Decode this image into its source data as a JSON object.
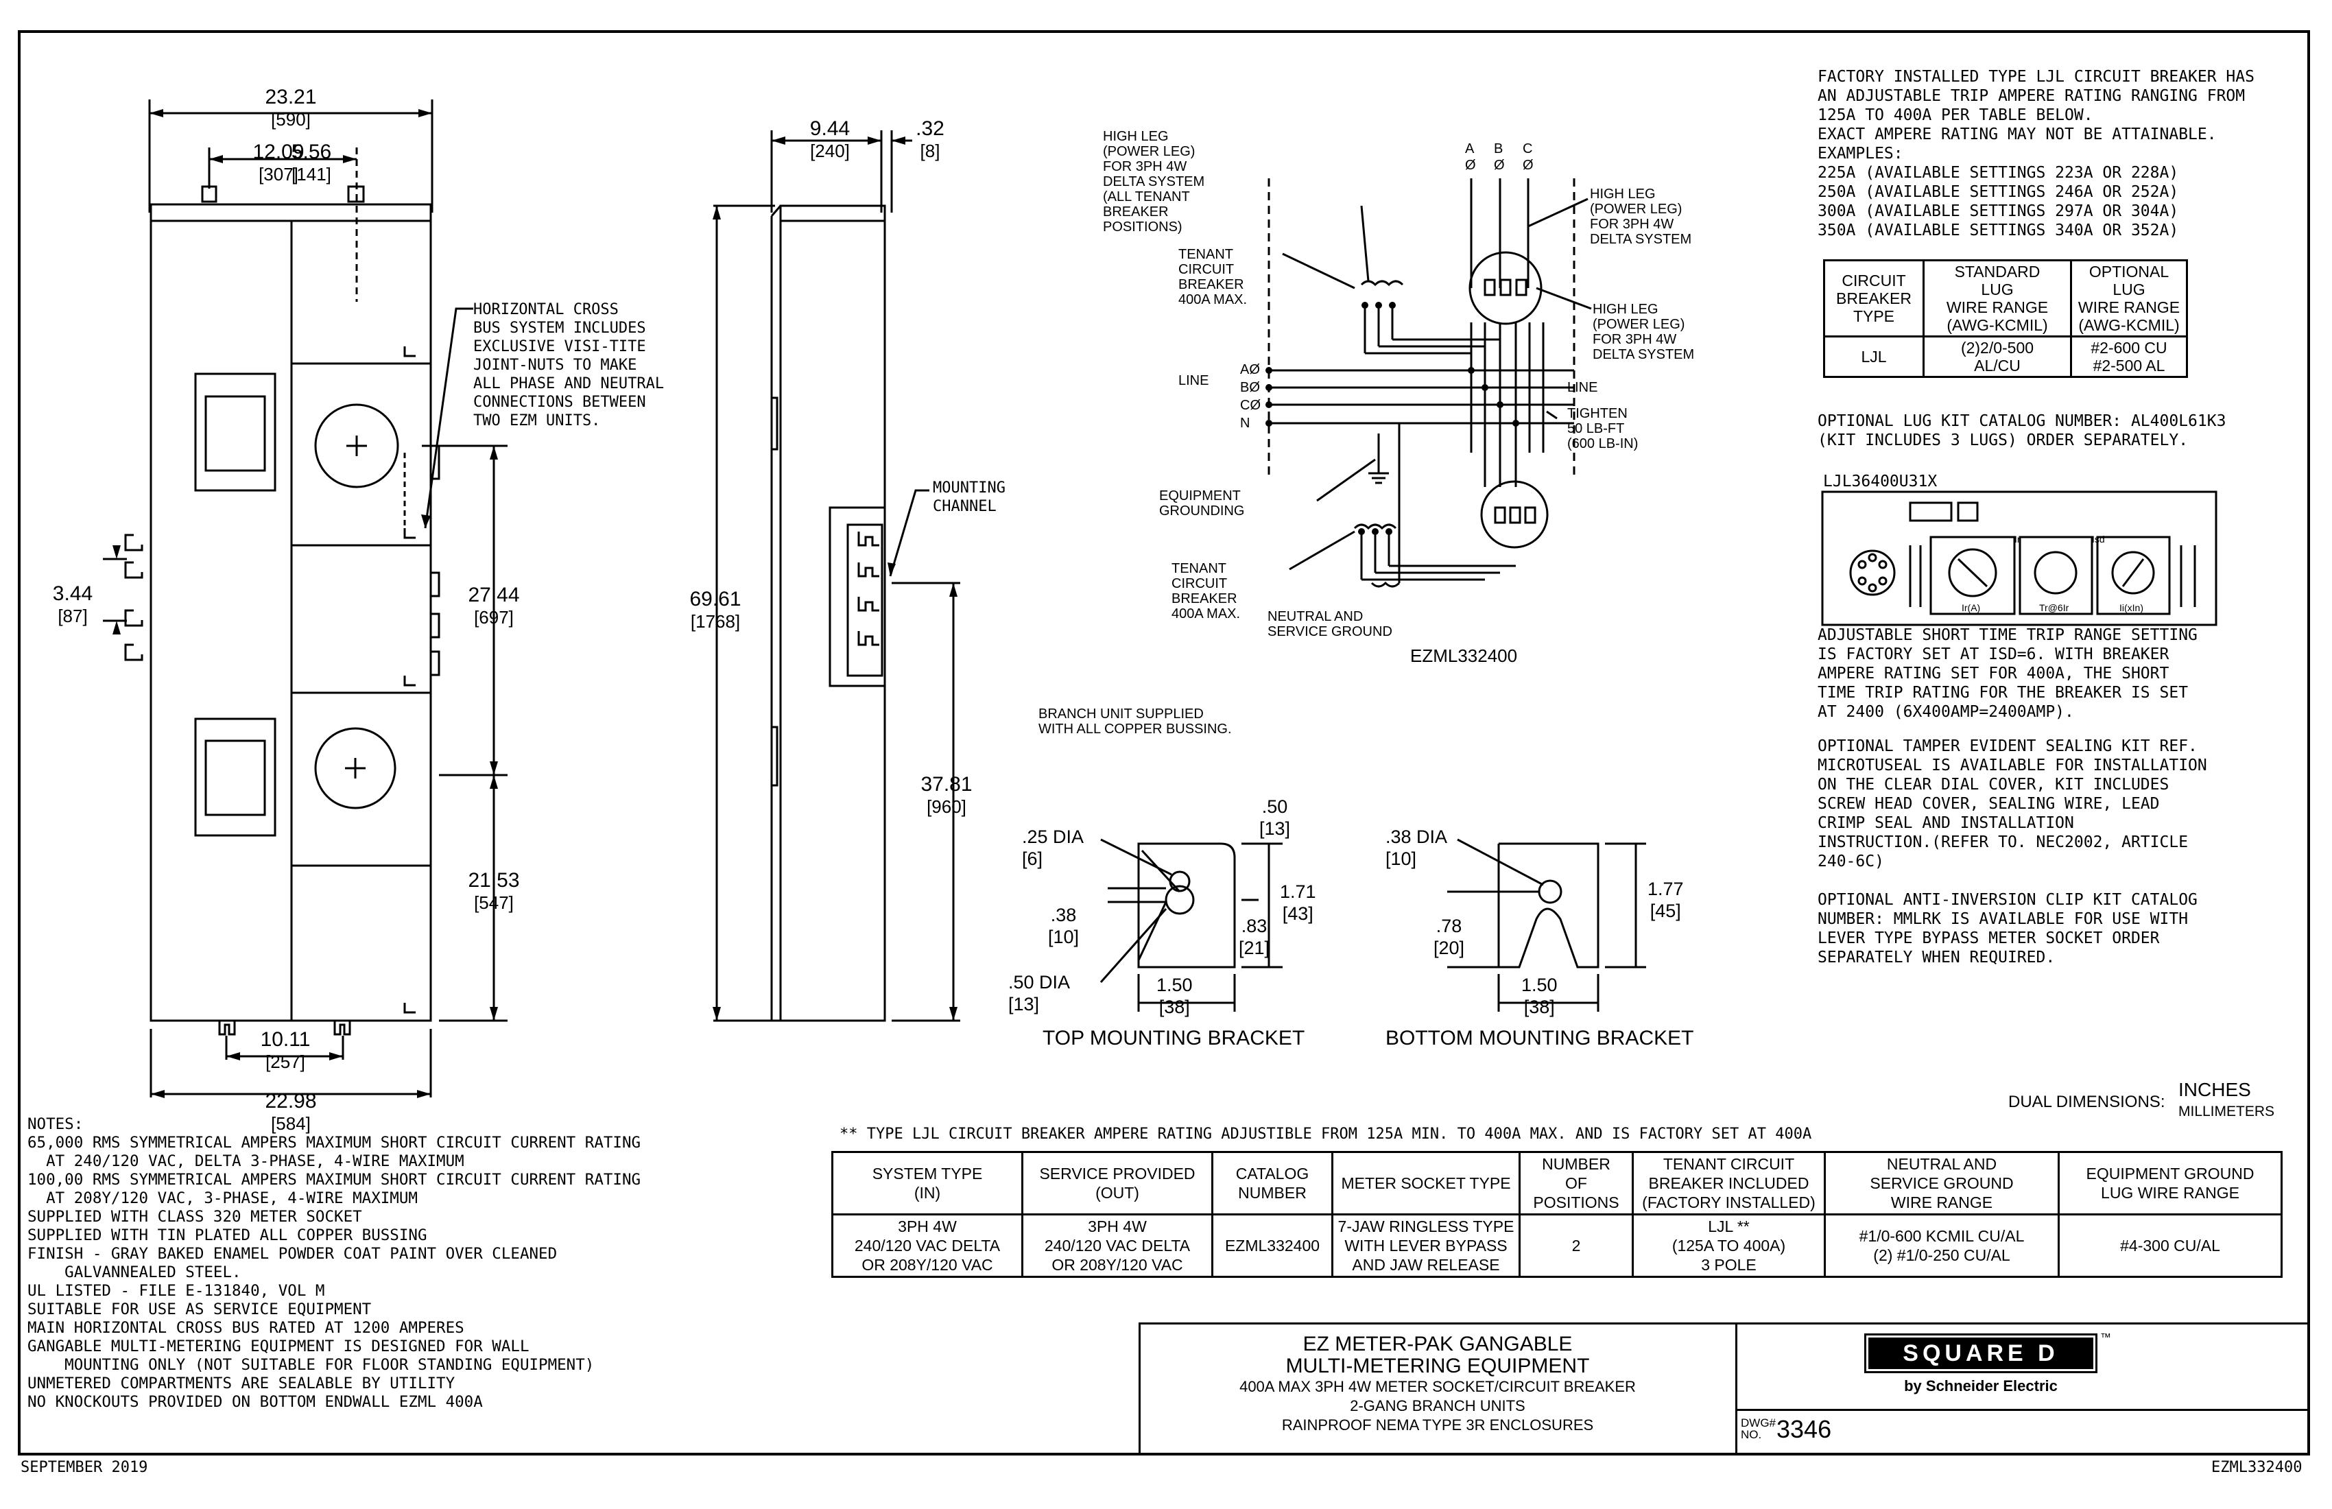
{
  "top_right_notes": {
    "intro": "FACTORY INSTALLED TYPE LJL CIRCUIT BREAKER HAS\nAN ADJUSTABLE TRIP AMPERE RATING RANGING FROM\n125A TO 400A PER TABLE BELOW.\nEXACT AMPERE RATING MAY NOT BE ATTAINABLE.\nEXAMPLES:\n225A (AVAILABLE SETTINGS 223A OR 228A)\n250A (AVAILABLE SETTINGS 246A OR 252A)\n300A (AVAILABLE SETTINGS 297A OR 304A)\n350A (AVAILABLE SETTINGS 340A OR 352A)",
    "lug_table": {
      "headers": [
        "CIRCUIT\nBREAKER\nTYPE",
        "STANDARD\nLUG\nWIRE RANGE\n(AWG-KCMIL)",
        "OPTIONAL\nLUG\nWIRE RANGE\n(AWG-KCMIL)"
      ],
      "row": [
        "LJL",
        "(2)2/0-500\nAL/CU",
        "#2-600 CU\n#2-500 AL"
      ]
    },
    "optional_lug_kit": "OPTIONAL LUG KIT CATALOG NUMBER: AL400L61K3\n(KIT INCLUDES 3 LUGS) ORDER SEPARATELY.",
    "breaker_model": "LJL36400U31X",
    "trip_unit_labels": [
      "Ir(A)",
      "Tr@6Ir",
      "Ii(xIn)",
      "Ir",
      "Isd"
    ],
    "short_time_note": "ADJUSTABLE SHORT TIME TRIP RANGE SETTING\nIS FACTORY SET AT Isd=6. WITH BREAKER\nAMPERE RATING SET FOR 400A, THE SHORT\nTIME TRIP RATING FOR THE BREAKER IS SET\nAT 2400 (6X400AMP=2400AMP).",
    "tamper_note": "OPTIONAL TAMPER EVIDENT SEALING KIT REF.\nMICROTUSEAL IS AVAILABLE FOR INSTALLATION\nON THE CLEAR DIAL COVER, KIT INCLUDES\nSCREW HEAD COVER, SEALING WIRE, LEAD\nCRIMP SEAL AND INSTALLATION\nINSTRUCTION.(REFER TO. NEC2002, ARTICLE\n240-6C)",
    "anti_inversion_note": "OPTIONAL ANTI-INVERSION CLIP KIT CATALOG\nNUMBER: MMLRK IS AVAILABLE FOR USE WITH\nLEVER TYPE BYPASS METER SOCKET ORDER\nSEPARATELY WHEN REQUIRED."
  },
  "front_view": {
    "dim_width": "23.21",
    "dim_width_mm": "[590]",
    "dim_a": "12.09",
    "dim_a_mm": "[307]",
    "dim_b": "5.56",
    "dim_b_mm": "[141]",
    "dim_left": "3.44",
    "dim_left_mm": "[87]",
    "dim_upper": "27.44",
    "dim_upper_mm": "[697]",
    "dim_lower": "21.53",
    "dim_lower_mm": "[547]",
    "dim_foot": "10.11",
    "dim_foot_mm": "[257]",
    "dim_bottom": "22.98",
    "dim_bottom_mm": "[584]",
    "bus_callout": "HORIZONTAL CROSS\nBUS SYSTEM INCLUDES\nEXCLUSIVE VISI-TITE\nJOINT-NUTS TO MAKE\nALL PHASE AND NEUTRAL\nCONNECTIONS BETWEEN\nTWO EZM UNITS."
  },
  "side_view": {
    "dim_depth": "9.44",
    "dim_depth_mm": "[240]",
    "dim_lip": ".32",
    "dim_lip_mm": "[8]",
    "dim_height": "69.61",
    "dim_height_mm": "[1768]",
    "dim_channel": "37.81",
    "dim_channel_mm": "[960]",
    "channel_callout": "MOUNTING\nCHANNEL"
  },
  "schematic": {
    "phases_top": [
      "A",
      "B",
      "C"
    ],
    "phase_sym": [
      "Ø",
      "Ø",
      "Ø"
    ],
    "high_leg_1": "HIGH LEG\n(POWER LEG)\nFOR 3PH 4W\nDELTA SYSTEM\n(ALL TENANT\nBREAKER\nPOSITIONS)",
    "high_leg_2": "HIGH LEG\n(POWER LEG)\nFOR 3PH 4W\nDELTA SYSTEM",
    "high_leg_3": "HIGH LEG\n(POWER LEG)\nFOR 3PH 4W\nDELTA SYSTEM",
    "tenant_1": "TENANT\nCIRCUIT\nBREAKER\n400A MAX.",
    "tenant_2": "TENANT\nCIRCUIT\nBREAKER\n400A MAX.",
    "line_left": "LINE",
    "line_right": "LINE",
    "bus_labels": [
      "AØ",
      "BØ",
      "CØ",
      "N"
    ],
    "tighten": "TIGHTEN\n50 LB-FT\n(600 LB-IN)",
    "equip_ground": "EQUIPMENT\nGROUNDING",
    "neutral_ground": "NEUTRAL AND\nSERVICE GROUND",
    "catalog": "EZML332400",
    "branch_note": "BRANCH UNIT SUPPLIED\nWITH ALL COPPER BUSSING."
  },
  "brackets": {
    "top_title": "TOP MOUNTING BRACKET",
    "bottom_title": "BOTTOM MOUNTING BRACKET",
    "top_dia1": ".25 DIA",
    "top_dia1_mm": "[6]",
    "top_38": ".38",
    "top_38_mm": "[10]",
    "top_dia2": ".50 DIA",
    "top_dia2_mm": "[13]",
    "top_50": ".50",
    "top_50_mm": "[13]",
    "top_171": "1.71",
    "top_171_mm": "[43]",
    "top_83": ".83",
    "top_83_mm": "[21]",
    "top_150": "1.50",
    "top_150_mm": "[38]",
    "bot_dia": ".38 DIA",
    "bot_dia_mm": "[10]",
    "bot_78": ".78",
    "bot_78_mm": "[20]",
    "bot_177": "1.77",
    "bot_177_mm": "[45]",
    "bot_150": "1.50",
    "bot_150_mm": "[38]"
  },
  "dual_dim": {
    "label": "DUAL DIMENSIONS:",
    "inches": "INCHES",
    "mm": "MILLIMETERS"
  },
  "ljl_note": "** TYPE LJL CIRCUIT BREAKER AMPERE RATING ADJUSTIBLE FROM 125A MIN. TO 400A MAX. AND IS FACTORY SET AT 400A",
  "spec_table": {
    "headers": [
      "SYSTEM TYPE\n(IN)",
      "SERVICE PROVIDED\n(OUT)",
      "CATALOG\nNUMBER",
      "METER SOCKET TYPE",
      "NUMBER\nOF\nPOSITIONS",
      "TENANT CIRCUIT\nBREAKER INCLUDED\n(FACTORY INSTALLED)",
      "NEUTRAL AND\nSERVICE GROUND\nWIRE RANGE",
      "EQUIPMENT GROUND\nLUG WIRE RANGE"
    ],
    "row": [
      "3PH 4W\n240/120 VAC DELTA\nOR 208Y/120 VAC",
      "3PH 4W\n240/120 VAC DELTA\nOR 208Y/120 VAC",
      "EZML332400",
      "7-JAW RINGLESS TYPE\nWITH LEVER BYPASS\nAND JAW RELEASE",
      "2",
      "LJL **\n(125A TO 400A)\n3 POLE",
      "#1/0-600 KCMIL CU/AL\n(2) #1/0-250 CU/AL",
      "#4-300 CU/AL"
    ]
  },
  "notes": "NOTES:\n65,000 RMS SYMMETRICAL AMPERS MAXIMUM SHORT CIRCUIT CURRENT RATING\n  AT 240/120 VAC, DELTA 3-PHASE, 4-WIRE MAXIMUM\n100,00 RMS SYMMETRICAL AMPERS MAXIMUM SHORT CIRCUIT CURRENT RATING\n  AT 208Y/120 VAC, 3-PHASE, 4-WIRE MAXIMUM\nSUPPLIED WITH CLASS 320 METER SOCKET\nSUPPLIED WITH TIN PLATED ALL COPPER BUSSING\nFINISH - GRAY BAKED ENAMEL POWDER COAT PAINT OVER CLEANED\n    GALVANNEALED STEEL.\nUL LISTED - FILE E-131840, VOL M\nSUITABLE FOR USE AS SERVICE EQUIPMENT\nMAIN HORIZONTAL CROSS BUS RATED AT 1200 AMPERES\nGANGABLE MULTI-METERING EQUIPMENT IS DESIGNED FOR WALL\n    MOUNTING ONLY (NOT SUITABLE FOR FLOOR STANDING EQUIPMENT)\nUNMETERED COMPARTMENTS ARE SEALABLE BY UTILITY\nNO KNOCKOUTS PROVIDED ON BOTTOM ENDWALL EZML 400A",
  "title_block": {
    "line1": "EZ METER-PAK GANGABLE",
    "line2": "MULTI-METERING EQUIPMENT",
    "line3": "400A MAX 3PH 4W METER SOCKET/CIRCUIT BREAKER",
    "line4": "2-GANG BRANCH UNITS",
    "line5": "RAINPROOF NEMA TYPE 3R ENCLOSURES",
    "brand": "SQUARE D",
    "brand_tm": "™",
    "brand_sub": "by Schneider Electric",
    "dwg_label": "DWG#\nNO.",
    "dwg_no": "3346"
  },
  "footer": {
    "date": "SEPTEMBER 2019",
    "catalog": "EZML332400"
  },
  "colors": {
    "ink": "#000000",
    "paper": "#ffffff"
  }
}
